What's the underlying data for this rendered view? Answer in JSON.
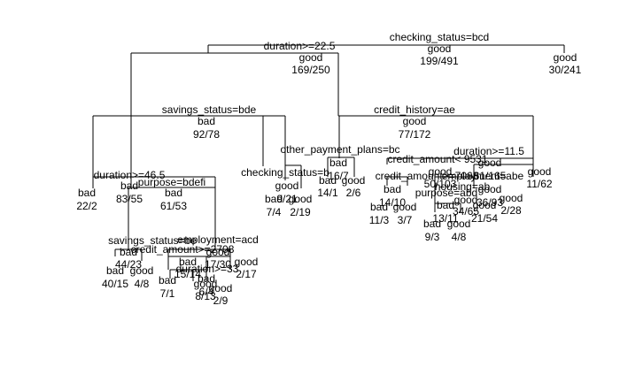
{
  "chart_data": {
    "type": "decision-tree",
    "splits": [
      {
        "id": "s1",
        "label": "checking_status=bcd"
      },
      {
        "id": "s2",
        "label": "duration>=22.5"
      },
      {
        "id": "s3",
        "label": "savings_status=bde"
      },
      {
        "id": "s4",
        "label": "credit_history=ae"
      },
      {
        "id": "s5",
        "label": "duration>=46.5"
      },
      {
        "id": "s6",
        "label": "purpose=bdefi"
      },
      {
        "id": "s7",
        "label": "other_payment_plans=bc"
      },
      {
        "id": "s8",
        "label": "checking_status=b"
      },
      {
        "id": "s9",
        "label": "credit_amount< 9531"
      },
      {
        "id": "s10",
        "label": "duration>=11.5"
      },
      {
        "id": "s11",
        "label": "credit_amount>=7063"
      },
      {
        "id": "s12",
        "label": "employment=abe"
      },
      {
        "id": "s13",
        "label": "purpose=abd"
      },
      {
        "id": "s14",
        "label": "housing=ab"
      },
      {
        "id": "s15",
        "label": "savings_status=be"
      },
      {
        "id": "s16",
        "label": "employment=acd"
      },
      {
        "id": "s17",
        "label": "credit_amount>=2708"
      },
      {
        "id": "s18",
        "label": "duration>=33"
      }
    ],
    "nodes": [
      {
        "id": "n1",
        "class": "good",
        "counts": "199/491"
      },
      {
        "id": "n2",
        "class": "good",
        "counts": "169/250"
      },
      {
        "id": "n3",
        "class": "good",
        "counts": "30/241"
      },
      {
        "id": "n4",
        "class": "bad",
        "counts": "92/78"
      },
      {
        "id": "n5",
        "class": "good",
        "counts": "77/172"
      },
      {
        "id": "n6",
        "class": "bad",
        "counts": "22/2"
      },
      {
        "id": "n7",
        "class": "bad",
        "counts": "83/55"
      },
      {
        "id": "n8",
        "class": "bad",
        "counts": "61/53"
      },
      {
        "id": "n9",
        "class": "bad",
        "counts": "16/7"
      },
      {
        "id": "n10",
        "class": "good",
        "counts": "61/165"
      },
      {
        "id": "n11",
        "class": "good",
        "counts": "9/21"
      },
      {
        "id": "n12",
        "class": "bad",
        "counts": "7/4"
      },
      {
        "id": "n13",
        "class": "good",
        "counts": "2/19"
      },
      {
        "id": "n14",
        "class": "bad",
        "counts": "14/1"
      },
      {
        "id": "n15",
        "class": "good",
        "counts": "2/6"
      },
      {
        "id": "n16",
        "class": "good",
        "counts": "50/103"
      },
      {
        "id": "n17",
        "class": "good",
        "counts": "11/62"
      },
      {
        "id": "n18",
        "class": "bad",
        "counts": "14/10"
      },
      {
        "id": "n19",
        "class": "good",
        "counts": "36/93"
      },
      {
        "id": "n20",
        "class": "bad",
        "counts": "11/3"
      },
      {
        "id": "n21",
        "class": "good",
        "counts": "3/7"
      },
      {
        "id": "n22",
        "class": "good",
        "counts": "34/65"
      },
      {
        "id": "n23",
        "class": "good",
        "counts": "2/28"
      },
      {
        "id": "n24",
        "class": "bad",
        "counts": "13/11"
      },
      {
        "id": "n25",
        "class": "good",
        "counts": "21/54"
      },
      {
        "id": "n26",
        "class": "bad",
        "counts": "9/3"
      },
      {
        "id": "n27",
        "class": "good",
        "counts": "4/8"
      },
      {
        "id": "n28",
        "class": "bad",
        "counts": "44/23"
      },
      {
        "id": "n29",
        "class": "good",
        "counts": "17/30"
      },
      {
        "id": "n30",
        "class": "bad",
        "counts": "40/15"
      },
      {
        "id": "n31",
        "class": "good",
        "counts": "4/8"
      },
      {
        "id": "n32",
        "class": "bad",
        "counts": "15/14"
      },
      {
        "id": "n33",
        "class": "good",
        "counts": "2/17"
      },
      {
        "id": "n34",
        "class": "bad",
        "counts": "7/1"
      },
      {
        "id": "n35",
        "class": "good",
        "counts": "8/13"
      },
      {
        "id": "n36",
        "class": "bad",
        "counts": "6/4"
      },
      {
        "id": "n37",
        "class": "good",
        "counts": "2/9"
      }
    ]
  }
}
